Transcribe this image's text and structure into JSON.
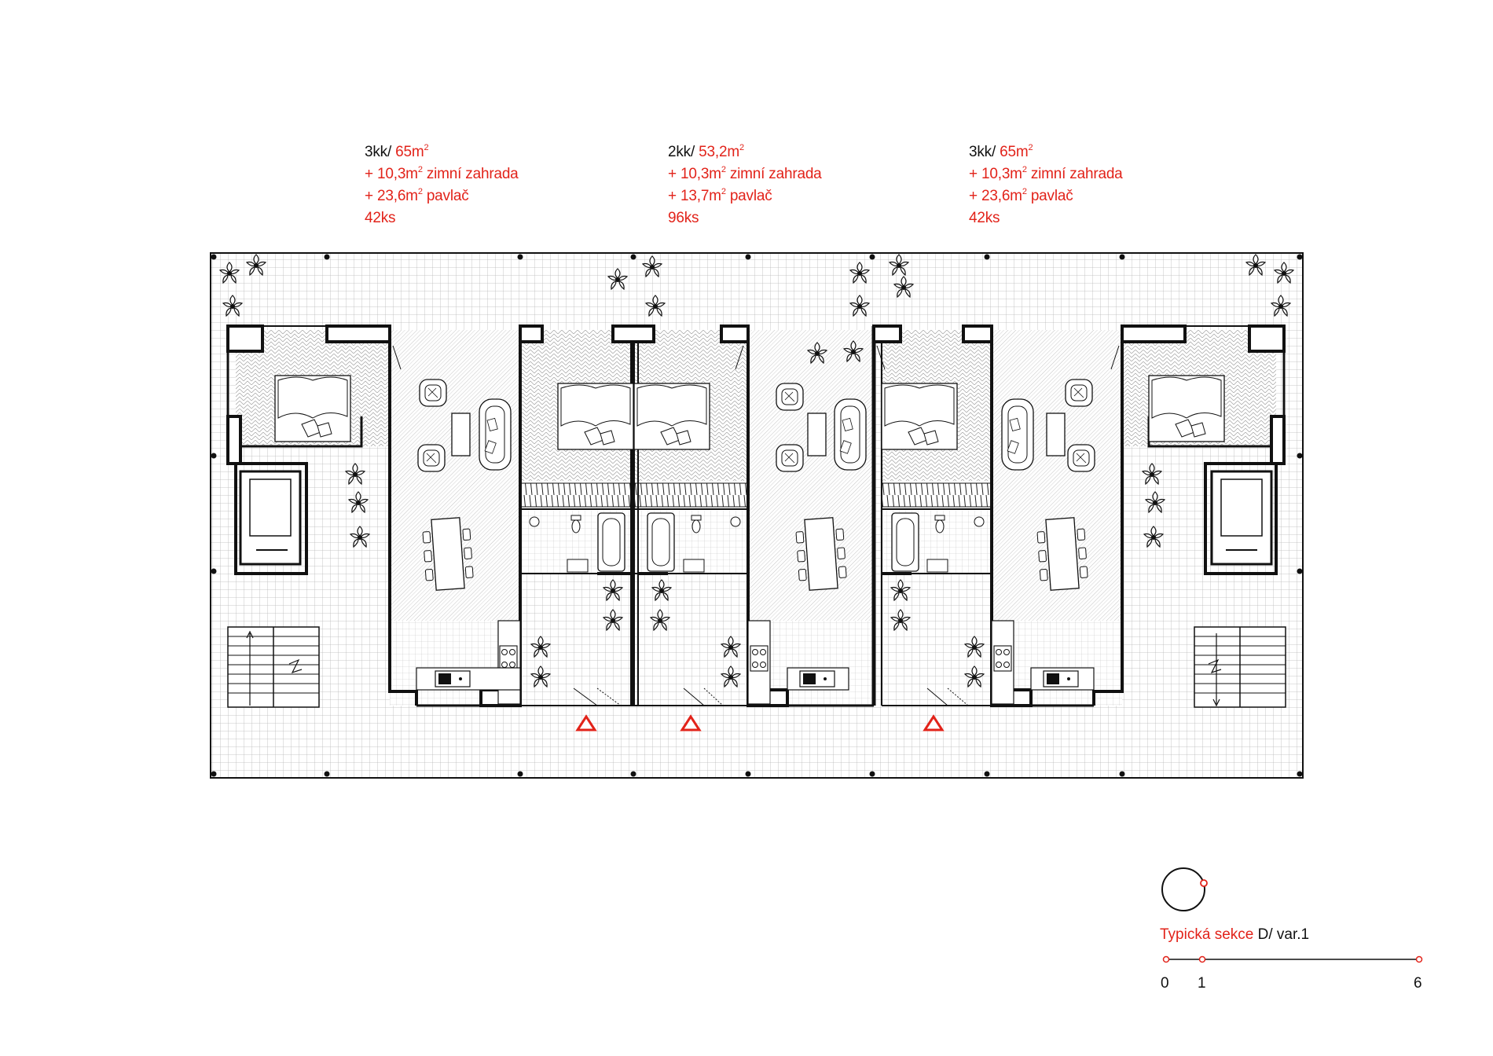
{
  "units": [
    {
      "type": "3kk/",
      "area": "65m",
      "lines": [
        {
          "plus": "+",
          "value": "10,3m",
          "suffix": " zimní zahrada"
        },
        {
          "plus": "+",
          "value": "23,6m",
          "suffix": " pavlač"
        }
      ],
      "count": "42ks"
    },
    {
      "type": "2kk/",
      "area": "53,2m",
      "lines": [
        {
          "plus": "+",
          "value": "10,3m",
          "suffix": " zimní zahrada"
        },
        {
          "plus": "+",
          "value": "13,7m",
          "suffix": " pavlač"
        }
      ],
      "count": "96ks"
    },
    {
      "type": "3kk/",
      "area": "65m",
      "lines": [
        {
          "plus": "+",
          "value": "10,3m",
          "suffix": " zimní zahrada"
        },
        {
          "plus": "+",
          "value": "23,6m",
          "suffix": " pavlač"
        }
      ],
      "count": "42ks"
    }
  ],
  "sup": "2",
  "legend": {
    "title_red": "Typická sekce",
    "title_black": " D/ var.1"
  },
  "scale_bar": {
    "ticks": [
      "0",
      "1",
      "6"
    ]
  },
  "colors": {
    "accent": "#e2231a",
    "line": "#111111",
    "grid": "#b9b9b9",
    "hatch": "#9a9a9a"
  }
}
